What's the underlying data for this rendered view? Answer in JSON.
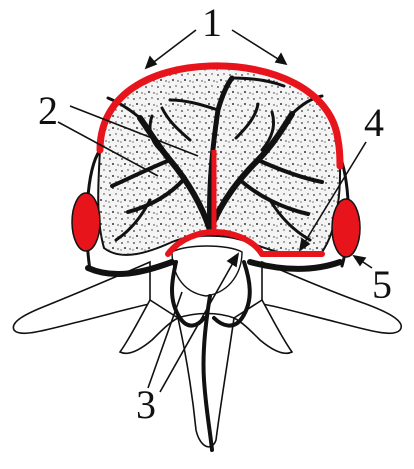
{
  "figure": {
    "labels": {
      "l1": "1",
      "l2": "2",
      "l3": "3",
      "l4": "4",
      "l5": "5"
    },
    "colors": {
      "highlight": "#e8141b",
      "ink": "#111111",
      "bone_fill": "#f4f4f4",
      "background": "#ffffff"
    }
  }
}
